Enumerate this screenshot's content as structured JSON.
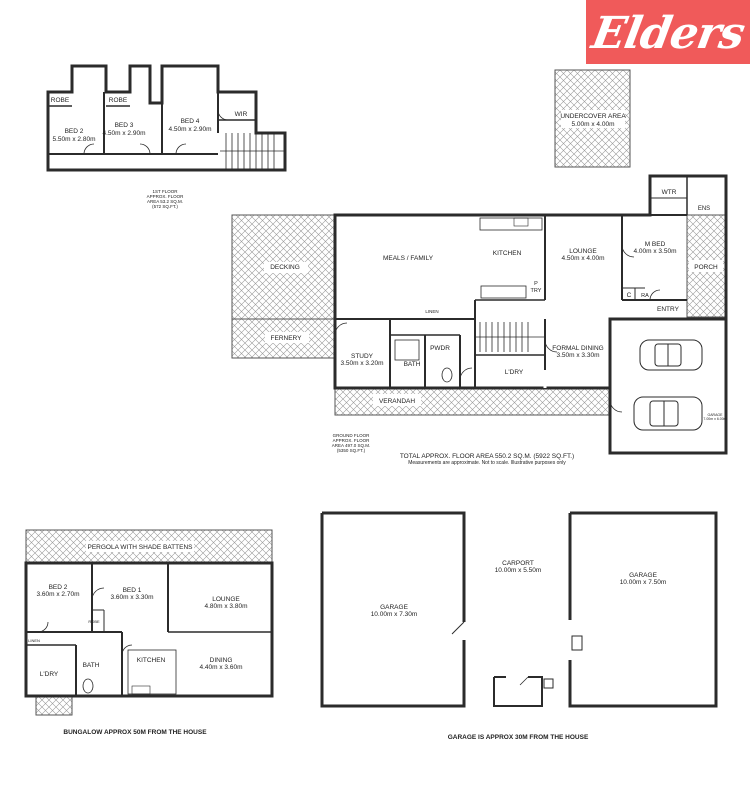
{
  "brand": {
    "name": "Elders",
    "color": "#f05a5a"
  },
  "first_floor": {
    "rooms": {
      "robe_1": "ROBE",
      "robe_2": "ROBE",
      "bed2_name": "BED 2",
      "bed2_dim": "5.50m x 2.80m",
      "bed3_name": "BED 3",
      "bed3_dim": "4.50m x 2.90m",
      "bed4_name": "BED 4",
      "bed4_dim": "4.50m x 2.90m",
      "wir": "WIR"
    },
    "area_note": [
      "1ST FLOOR",
      "APPROX. FLOOR",
      "AREA 53.2 SQ.M.",
      "(572 SQ.FT.)"
    ]
  },
  "undercover": {
    "name": "UNDERCOVER AREA",
    "dim": "5.00m x 4.00m"
  },
  "ground_floor": {
    "rooms": {
      "decking": "DECKING",
      "fernery": "FERNERY",
      "meals": "MEALS / FAMILY",
      "kitchen": "KITCHEN",
      "ptry_1": "P",
      "ptry_2": "TRY",
      "lounge_name": "LOUNGE",
      "lounge_dim": "4.50m x 4.00m",
      "mbed_name": "M BED",
      "mbed_dim": "4.00m x 3.50m",
      "wtr": "WTR",
      "ens": "ENS",
      "porch": "PORCH",
      "c": "C",
      "ra": "RA",
      "entry": "ENTRY",
      "linen": "LINEN",
      "study_name": "STUDY",
      "study_dim": "3.50m x 3.20m",
      "bath": "BATH",
      "pwdr": "PWDR",
      "formal_name": "FORMAL DINING",
      "formal_dim": "3.50m x 3.30m",
      "ldry": "L'DRY",
      "verandah": "VERANDAH",
      "garage_name": "GARAGE",
      "garage_dim": "7.00m x 6.00m"
    },
    "area_note": [
      "GROUND FLOOR",
      "APPROX. FLOOR",
      "AREA 497.0 SQ.M.",
      "(5350 SQ.FT.)"
    ]
  },
  "total_area": "TOTAL APPROX. FLOOR AREA 550.2 SQ.M. (5922 SQ.FT.)",
  "disclaimer": "Measurements are approximate.  Not to scale.  Illustrative purposes only",
  "bungalow": {
    "pergola": "PERGOLA WITH SHADE BATTENS",
    "bed2_name": "BED 2",
    "bed2_dim": "3.60m x 2.70m",
    "bed1_name": "BED 1",
    "bed1_dim": "3.60m x 3.30m",
    "lounge_name": "LOUNGE",
    "lounge_dim": "4.80m x 3.80m",
    "robe": "ROBE",
    "linen": "LINEN",
    "bath": "BATH",
    "kitchen": "KITCHEN",
    "dining_name": "DINING",
    "dining_dim": "4.40m x 3.60m",
    "ldry": "L'DRY",
    "caption": "BUNGALOW APPROX 50M FROM THE HOUSE"
  },
  "sheds": {
    "garage1_name": "GARAGE",
    "garage1_dim": "10.00m x 7.30m",
    "carport_name": "CARPORT",
    "carport_dim": "10.00m x 5.50m",
    "garage2_name": "GARAGE",
    "garage2_dim": "10.00m x 7.50m",
    "caption": "GARAGE IS APPROX 30M FROM THE HOUSE"
  }
}
